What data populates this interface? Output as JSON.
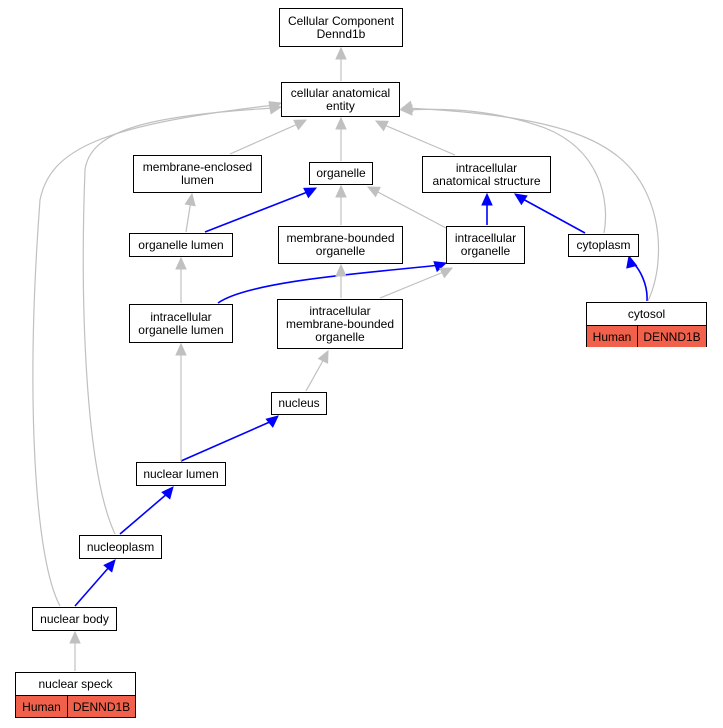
{
  "colors": {
    "edge_gray": "#c0c0c0",
    "edge_blue": "#0000ff",
    "annotation": "#f0604a"
  },
  "nodes": {
    "cellular_component": [
      "Cellular Component",
      "Dennd1b"
    ],
    "cellular_anatomical_entity": [
      "cellular anatomical",
      "entity"
    ],
    "membrane_enclosed_lumen": [
      "membrane-enclosed",
      "lumen"
    ],
    "organelle": [
      "organelle"
    ],
    "intracellular_anatomical_structure": [
      "intracellular",
      "anatomical structure"
    ],
    "organelle_lumen": [
      "organelle lumen"
    ],
    "membrane_bounded_organelle": [
      "membrane-bounded",
      "organelle"
    ],
    "intracellular_organelle": [
      "intracellular",
      "organelle"
    ],
    "cytoplasm": [
      "cytoplasm"
    ],
    "intracellular_organelle_lumen": [
      "intracellular",
      "organelle lumen"
    ],
    "intracellular_membrane_bounded_organelle": [
      "intracellular",
      "membrane-bounded",
      "organelle"
    ],
    "nucleus": [
      "nucleus"
    ],
    "nuclear_lumen": [
      "nuclear lumen"
    ],
    "nucleoplasm": [
      "nucleoplasm"
    ],
    "nuclear_body": [
      "nuclear body"
    ]
  },
  "annotated": {
    "cytosol": {
      "label": "cytosol",
      "species": "Human",
      "gene": "DENND1B"
    },
    "nuclear_speck": {
      "label": "nuclear speck",
      "species": "Human",
      "gene": "DENND1B"
    }
  }
}
